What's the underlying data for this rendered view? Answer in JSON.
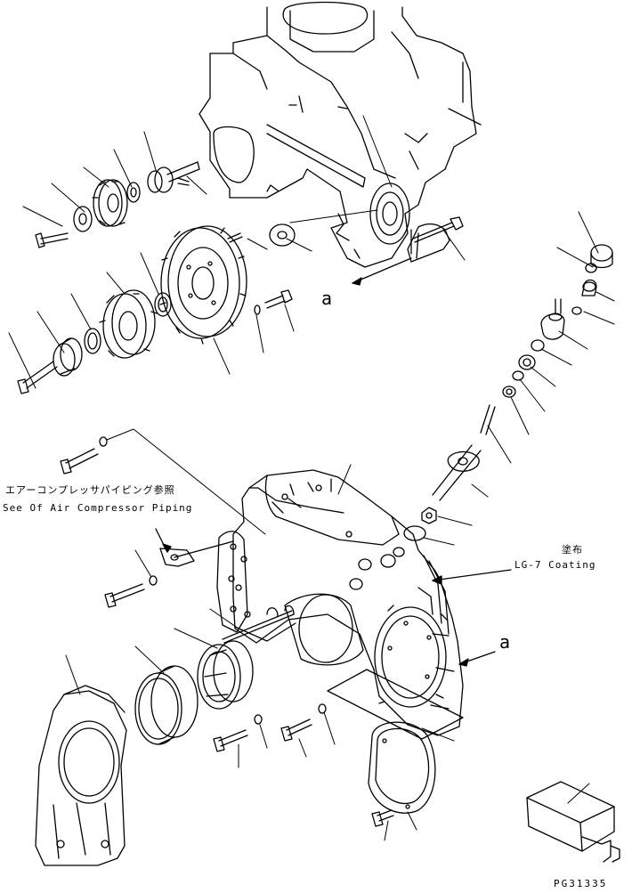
{
  "callouts": {
    "arrow_upper": "a",
    "arrow_lower": "a"
  },
  "air_compressor_note": {
    "japanese": "エアーコンプレッサパイピング参照",
    "english": "See Of Air Compressor Piping"
  },
  "coating_note": {
    "japanese": "塗布",
    "english": "LG-7 Coating"
  },
  "drawing_code": "PG31335",
  "line_color": "#000000",
  "background_color": "#ffffff"
}
